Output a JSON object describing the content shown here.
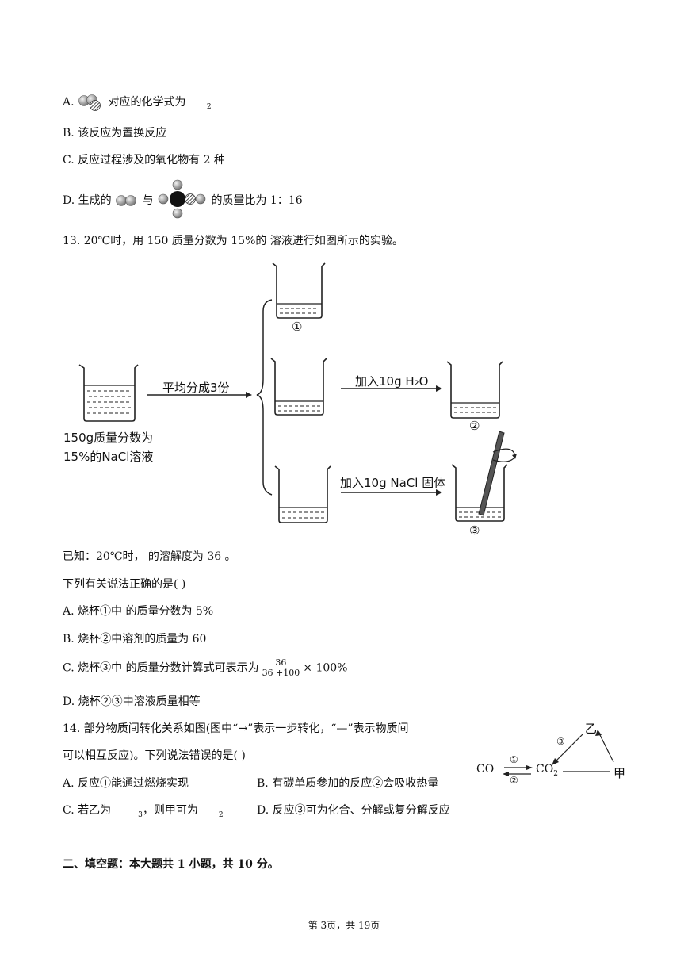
{
  "q12": {
    "optA_prefix": "A.",
    "optA_text": "对应的化学式为",
    "optA_sub": "2",
    "optB": "B. 该反应为置换反应",
    "optC": "C. 反应过程涉及的氧化物有 2 种",
    "optD_prefix": "D. 生成的",
    "optD_mid": "与",
    "optD_suffix": "的质量比为 1：16"
  },
  "q13": {
    "stem": "13. 20℃时，用 150  质量分数为 15%的       溶液进行如图所示的实验。",
    "diagram": {
      "left_caption_1": "150g质量分数为",
      "left_caption_2": "15%的NaCl溶液",
      "split_label": "平均分成3份",
      "add_water_label": "加入10g H₂O",
      "add_nacl_label": "加入10g NaCl 固体",
      "mark_1": "①",
      "mark_2": "②",
      "mark_3": "③"
    },
    "known": "已知：20℃时，        的溶解度为 36   。",
    "question": "下列有关说法正确的是(    )",
    "optA": "A. 烧杯①中        的质量分数为 5%",
    "optB": "B. 烧杯②中溶剂的质量为 60",
    "optC_prefix": "C. 烧杯③中        的质量分数计算式可表示为",
    "optC_num": "36",
    "optC_den": "36  +100",
    "optC_suffix": "× 100%",
    "optD": "D. 烧杯②③中溶液质量相等"
  },
  "q14": {
    "stem_1": "14. 部分物质间转化关系如图(图中“→”表示一步转化，“—”表示物质间",
    "stem_2": "可以相互反应)。下列说法错误的是(    )",
    "optA": "A. 反应①能通过燃烧实现",
    "optB": "B. 有碳单质参加的反应②会吸收热量",
    "optC_prefix": "C. 若乙为",
    "optC_sub1": "3",
    "optC_mid": "，则甲可为",
    "optC_sub2": "2",
    "optD": "D. 反应③可为化合、分解或复分解反应",
    "diagram": {
      "co": "CO",
      "co2": "CO",
      "co2_sub": "2",
      "yi": "乙",
      "jia": "甲",
      "r1": "①",
      "r2": "②",
      "r3": "③"
    }
  },
  "section2": "二、填空题：本大题共 1 小题，共 10 分。",
  "footer": "第 3页，共 19页"
}
